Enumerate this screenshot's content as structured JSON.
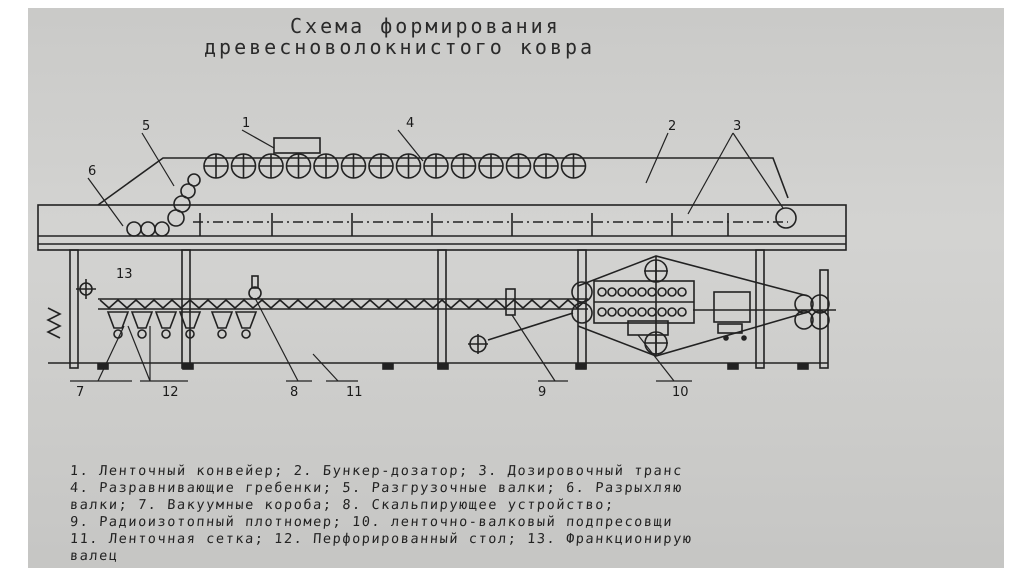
{
  "title": {
    "line1": "Схема формирования",
    "line2": "древесноволокнистого ковра"
  },
  "callouts": [
    "1",
    "2",
    "3",
    "4",
    "5",
    "6",
    "7",
    "8",
    "9",
    "10",
    "11",
    "12",
    "13"
  ],
  "legend": [
    "1. Ленточный конвейер; 2. Бункер-дозатор; 3. Дозировочный транс",
    "4. Разравнивающие гребенки; 5. Разгрузочные валки; 6. Разрыхляю",
    "валки; 7. Вакуумные короба; 8. Скальпирующее устройство;",
    "9. Радиоизотопный плотномер; 10. ленточно-валковый подпресовщи",
    "11. Ленточная сетка; 12. Перфорированный стол; 13. Франкционирую",
    "валец"
  ]
}
